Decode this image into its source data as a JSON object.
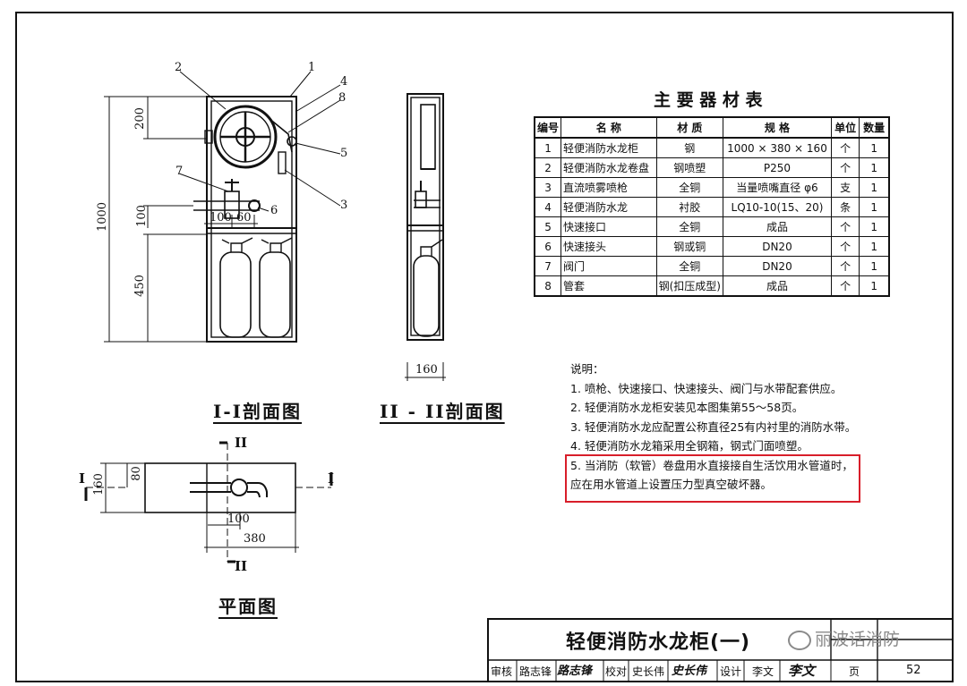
{
  "table": {
    "title": "主 要 器 材 表",
    "headers": [
      "编号",
      "名 称",
      "材 质",
      "规 格",
      "单位",
      "数量"
    ],
    "rows": [
      [
        "1",
        "轻便消防水龙柜",
        "钢",
        "1000 × 380 × 160",
        "个",
        "1"
      ],
      [
        "2",
        "轻便消防水龙卷盘",
        "钢喷塑",
        "P250",
        "个",
        "1"
      ],
      [
        "3",
        "直流喷雾喷枪",
        "全铜",
        "当量喷嘴直径 φ6",
        "支",
        "1"
      ],
      [
        "4",
        "轻便消防水龙",
        "衬胶",
        "LQ10-10(15、20)",
        "条",
        "1"
      ],
      [
        "5",
        "快速接口",
        "全铜",
        "成品",
        "个",
        "1"
      ],
      [
        "6",
        "快速接头",
        "钢或铜",
        "DN20",
        "个",
        "1"
      ],
      [
        "7",
        "阀门",
        "全铜",
        "DN20",
        "个",
        "1"
      ],
      [
        "8",
        "管套",
        "钢(扣压成型)",
        "成品",
        "个",
        "1"
      ]
    ]
  },
  "notes": {
    "heading": "说明：",
    "lines": [
      "1.  喷枪、快速接口、快速接头、阀门与水带配套供应。",
      "2.  轻便消防水龙柜安装见本图集第55～58页。",
      "3.  轻便消防水龙应配置公称直径25有内衬里的消防水带。",
      "4.  轻便消防水龙箱采用全钢箱，钢式门面喷塑。",
      "5.  当消防（软管）卷盘用水直接接自生活饮用水管道时，",
      "     应在用水管道上设置压力型真空破坏器。"
    ],
    "highlight_color": "#d81e2a"
  },
  "section1": {
    "title": "I-I剖面图",
    "dims": [
      "1000",
      "200",
      "100",
      "450",
      "100",
      "60"
    ],
    "callouts": [
      "1",
      "2",
      "3",
      "4",
      "5",
      "6",
      "7",
      "8"
    ]
  },
  "section2": {
    "title": "II - II剖面图",
    "dim": "160"
  },
  "plan": {
    "title": "平面图",
    "dims": [
      "160",
      "80",
      "100",
      "380"
    ],
    "cut_marks": [
      "I",
      "I",
      "II",
      "II"
    ]
  },
  "title_block": {
    "drawing_title": "轻便消防水龙柜(一)",
    "review_label": "审核",
    "reviewer": "路志锋",
    "reviewer_sig": "路志锋",
    "check_label": "校对",
    "checker": "史长伟",
    "checker_sig": "史长伟",
    "design_label": "设计",
    "designer": "李文",
    "designer_sig": "李文",
    "page_label": "页",
    "page_number": "52"
  },
  "watermark": "丽波话消防"
}
